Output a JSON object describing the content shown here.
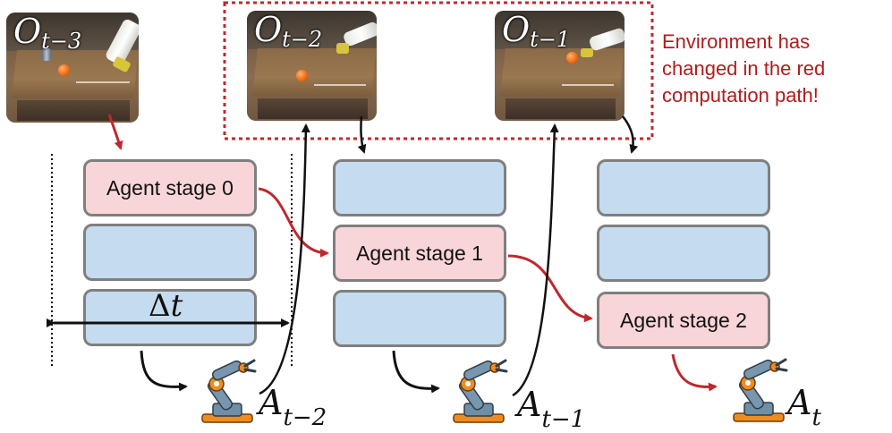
{
  "observations": [
    {
      "id": "obs-t-3",
      "base": "O",
      "sub": "t−3"
    },
    {
      "id": "obs-t-2",
      "base": "O",
      "sub": "t−2"
    },
    {
      "id": "obs-t-1",
      "base": "O",
      "sub": "t−1"
    }
  ],
  "stages": {
    "stage0": "Agent stage 0",
    "stage1": "Agent stage 1",
    "stage2": "Agent stage 2"
  },
  "actions": [
    {
      "base": "A",
      "sub": "t−2"
    },
    {
      "base": "A",
      "sub": "t−1"
    },
    {
      "base": "A",
      "sub": "t"
    }
  ],
  "delta": {
    "symbol": "Δ",
    "var": "t"
  },
  "note": {
    "lines": [
      "Environment has",
      "changed in the red",
      "computation path!"
    ],
    "color": "#b01c1c"
  },
  "colors": {
    "stage_blue": "#c5dbef",
    "stage_red": "#f8d5d8",
    "border": "#7f7f7f",
    "red_path": "#c0282d",
    "robot_blue": "#5b7f9a",
    "robot_orange": "#f08c1e"
  }
}
